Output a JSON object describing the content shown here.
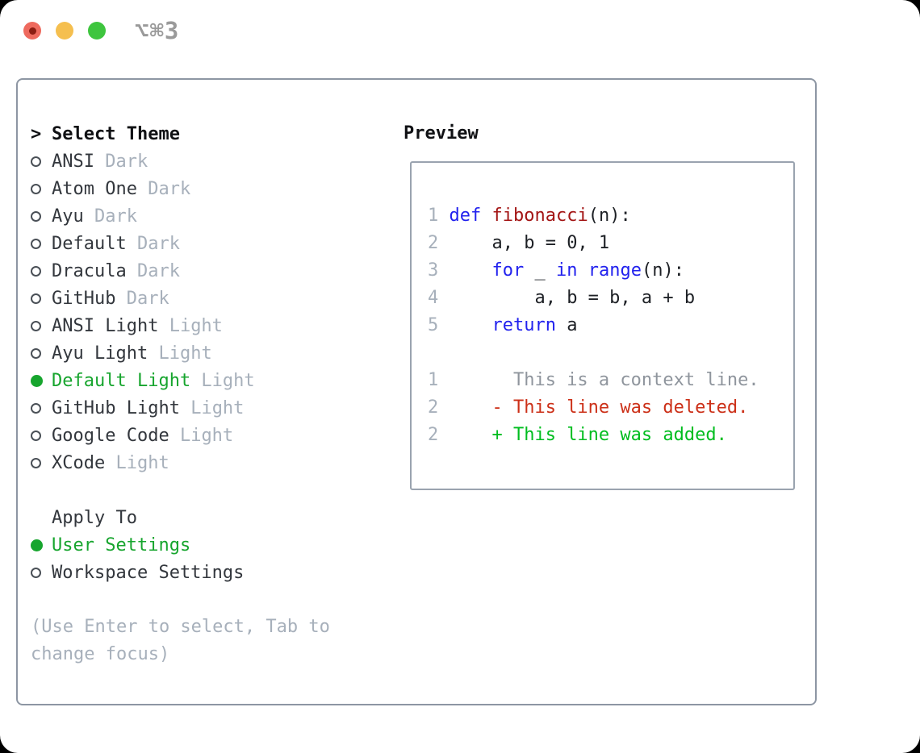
{
  "titlebar": {
    "shortcut": "⌥⌘3"
  },
  "theme_picker": {
    "cursor": ">",
    "title": "Select Theme",
    "items": [
      {
        "name": "ANSI",
        "variant": "Dark",
        "selected": false
      },
      {
        "name": "Atom One",
        "variant": "Dark",
        "selected": false
      },
      {
        "name": "Ayu",
        "variant": "Dark",
        "selected": false
      },
      {
        "name": "Default",
        "variant": "Dark",
        "selected": false
      },
      {
        "name": "Dracula",
        "variant": "Dark",
        "selected": false
      },
      {
        "name": "GitHub",
        "variant": "Dark",
        "selected": false
      },
      {
        "name": "ANSI Light",
        "variant": "Light",
        "selected": false
      },
      {
        "name": "Ayu Light",
        "variant": "Light",
        "selected": false
      },
      {
        "name": "Default Light",
        "variant": "Light",
        "selected": true
      },
      {
        "name": "GitHub Light",
        "variant": "Light",
        "selected": false
      },
      {
        "name": "Google Code",
        "variant": "Light",
        "selected": false
      },
      {
        "name": "XCode",
        "variant": "Light",
        "selected": false
      }
    ]
  },
  "apply_to": {
    "title": "Apply To",
    "options": [
      {
        "name": "User Settings",
        "selected": true
      },
      {
        "name": "Workspace Settings",
        "selected": false
      }
    ]
  },
  "hint_lines": [
    "(Use Enter to select, Tab to",
    "change focus)"
  ],
  "preview": {
    "title": "Preview",
    "code_lines": [
      {
        "num": "1",
        "segments": [
          [
            " ",
            "p"
          ],
          [
            "def",
            "k"
          ],
          [
            " ",
            "p"
          ],
          [
            "fibonacci",
            "f"
          ],
          [
            "(n):",
            "p"
          ]
        ]
      },
      {
        "num": "2",
        "segments": [
          [
            "     a, b = 0, 1",
            "p"
          ]
        ]
      },
      {
        "num": "3",
        "segments": [
          [
            "     ",
            "p"
          ],
          [
            "for",
            "k"
          ],
          [
            " _ ",
            "p"
          ],
          [
            "in",
            "k"
          ],
          [
            " ",
            "p"
          ],
          [
            "range",
            "k"
          ],
          [
            "(n):",
            "p"
          ]
        ]
      },
      {
        "num": "4",
        "segments": [
          [
            "         a, b = b, a + b",
            "p"
          ]
        ]
      },
      {
        "num": "5",
        "segments": [
          [
            "     ",
            "p"
          ],
          [
            "return",
            "k"
          ],
          [
            " a",
            "p"
          ]
        ]
      },
      {
        "num": "",
        "segments": []
      },
      {
        "num": "1",
        "segments": [
          [
            "       This is a context line.",
            "ctx"
          ]
        ]
      },
      {
        "num": "2",
        "segments": [
          [
            "     - This line was deleted.",
            "del"
          ]
        ]
      },
      {
        "num": "2",
        "segments": [
          [
            "     + This line was added.",
            "add"
          ]
        ]
      }
    ]
  },
  "colors": {
    "tl_red": "#ee6a5e",
    "tl_red_dot": "#8c1d12",
    "tl_yellow": "#f5bf4f",
    "tl_green": "#3ec53e",
    "shortcut": "#9a9a9a",
    "panel_border": "#8d96a3",
    "preview_border": "#9aa3af",
    "heading": "#101114",
    "item_text": "#33373d",
    "variant_tag": "#a7b0bb",
    "selected": "#17a52e",
    "bullet_outline": "#4a5057",
    "hint": "#a7b0bb",
    "line_number": "#a7b0bb",
    "keyword": "#2222ee",
    "function_name": "#a31515",
    "code_text": "#1d2025",
    "context": "#8f959d",
    "deleted": "#cc3018",
    "added": "#00bd1f"
  }
}
